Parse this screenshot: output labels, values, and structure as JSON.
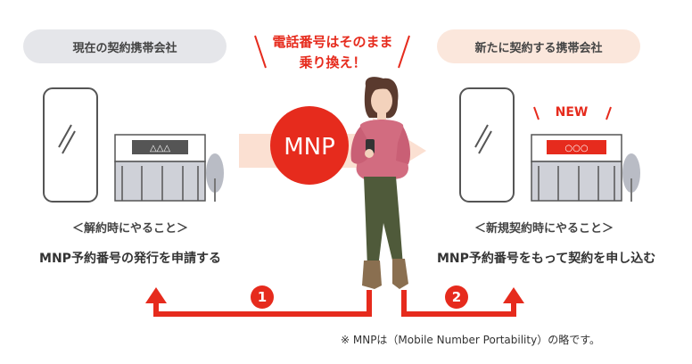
{
  "left_company": {
    "title": "現在の契約携帯会社",
    "sign": "△△△",
    "heading": "＜解約時にやること＞",
    "task": "MNP予約番号の発行を申請する"
  },
  "right_company": {
    "title": "新たに契約する携帯会社",
    "sign": "○○○",
    "new_badge": "NEW",
    "heading": "＜新規契約時にやること＞",
    "task": "MNP予約番号をもって契約を申し込む"
  },
  "center": {
    "catch_line1": "電話番号はそのまま",
    "catch_line2": "乗り換え！",
    "mnp_label": "MNP"
  },
  "steps": [
    {
      "number": "1"
    },
    {
      "number": "2"
    }
  ],
  "footnote": "※ MNPは（Mobile Number Portability）の略です。",
  "colors": {
    "accent": "#e62b1d",
    "building_gray": "#cfd1d8",
    "peach": "#fbe0d2",
    "pill_gray": "#e5e6ea"
  }
}
